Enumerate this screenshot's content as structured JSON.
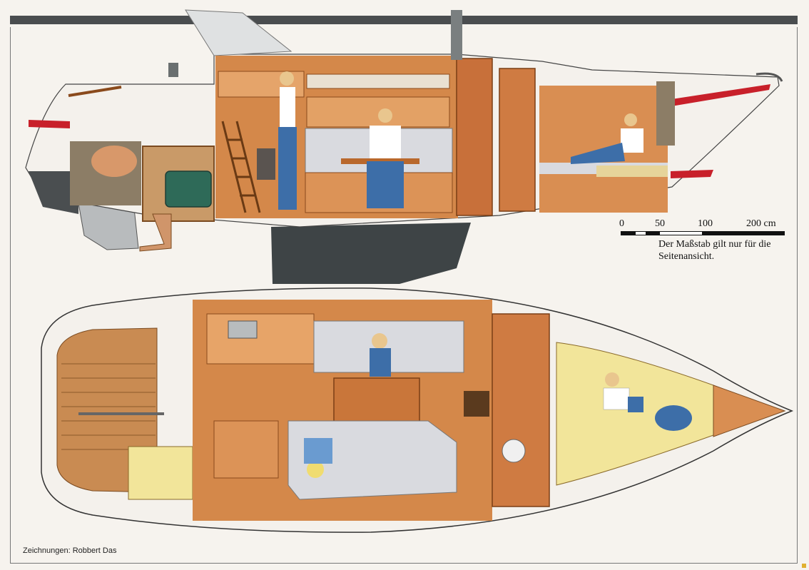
{
  "scale": {
    "ticks": [
      "0",
      "50",
      "100",
      "200 cm"
    ],
    "note": "Der Maßstab gilt nur für die Seitenansicht."
  },
  "credit": "Zeichnungen: Robbert Das",
  "colors": {
    "wood": "#d4884a",
    "wood_dark": "#a85a2a",
    "hull_white": "#f4f1ec",
    "keel_grey": "#3e4446",
    "stripe_red": "#c8202a",
    "cushion": "#d9dadf",
    "engine_green": "#2e6a58",
    "yellow_berth": "#f2e59a"
  }
}
